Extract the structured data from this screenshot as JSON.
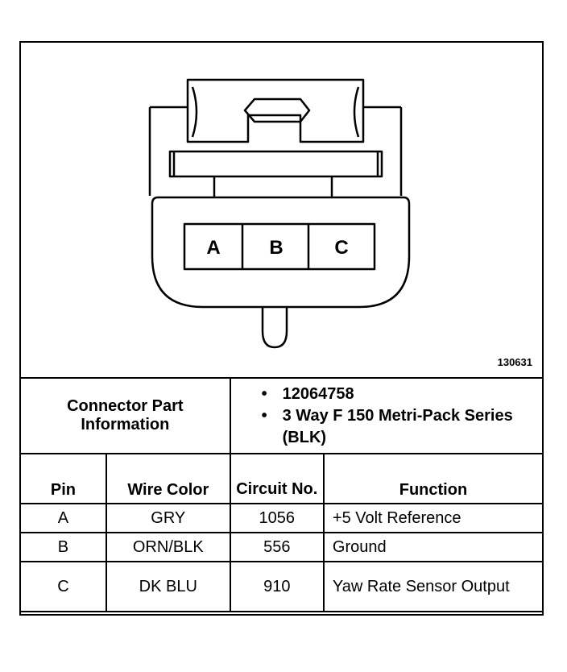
{
  "connector": {
    "pins": [
      "A",
      "B",
      "C"
    ],
    "figure_number": "130631"
  },
  "info": {
    "label": "Connector Part Information",
    "bullets": [
      "12064758",
      "3 Way F 150 Metri-Pack Series (BLK)"
    ]
  },
  "table": {
    "headers": {
      "pin": "Pin",
      "wire_color": "Wire Color",
      "circuit": "Circuit No.",
      "function": "Function"
    },
    "rows": [
      {
        "pin": "A",
        "wire_color": "GRY",
        "circuit": "1056",
        "function": "+5 Volt Reference"
      },
      {
        "pin": "B",
        "wire_color": "ORN/BLK",
        "circuit": "556",
        "function": "Ground"
      },
      {
        "pin": "C",
        "wire_color": "DK BLU",
        "circuit": "910",
        "function": "Yaw Rate Sensor Output"
      }
    ]
  }
}
